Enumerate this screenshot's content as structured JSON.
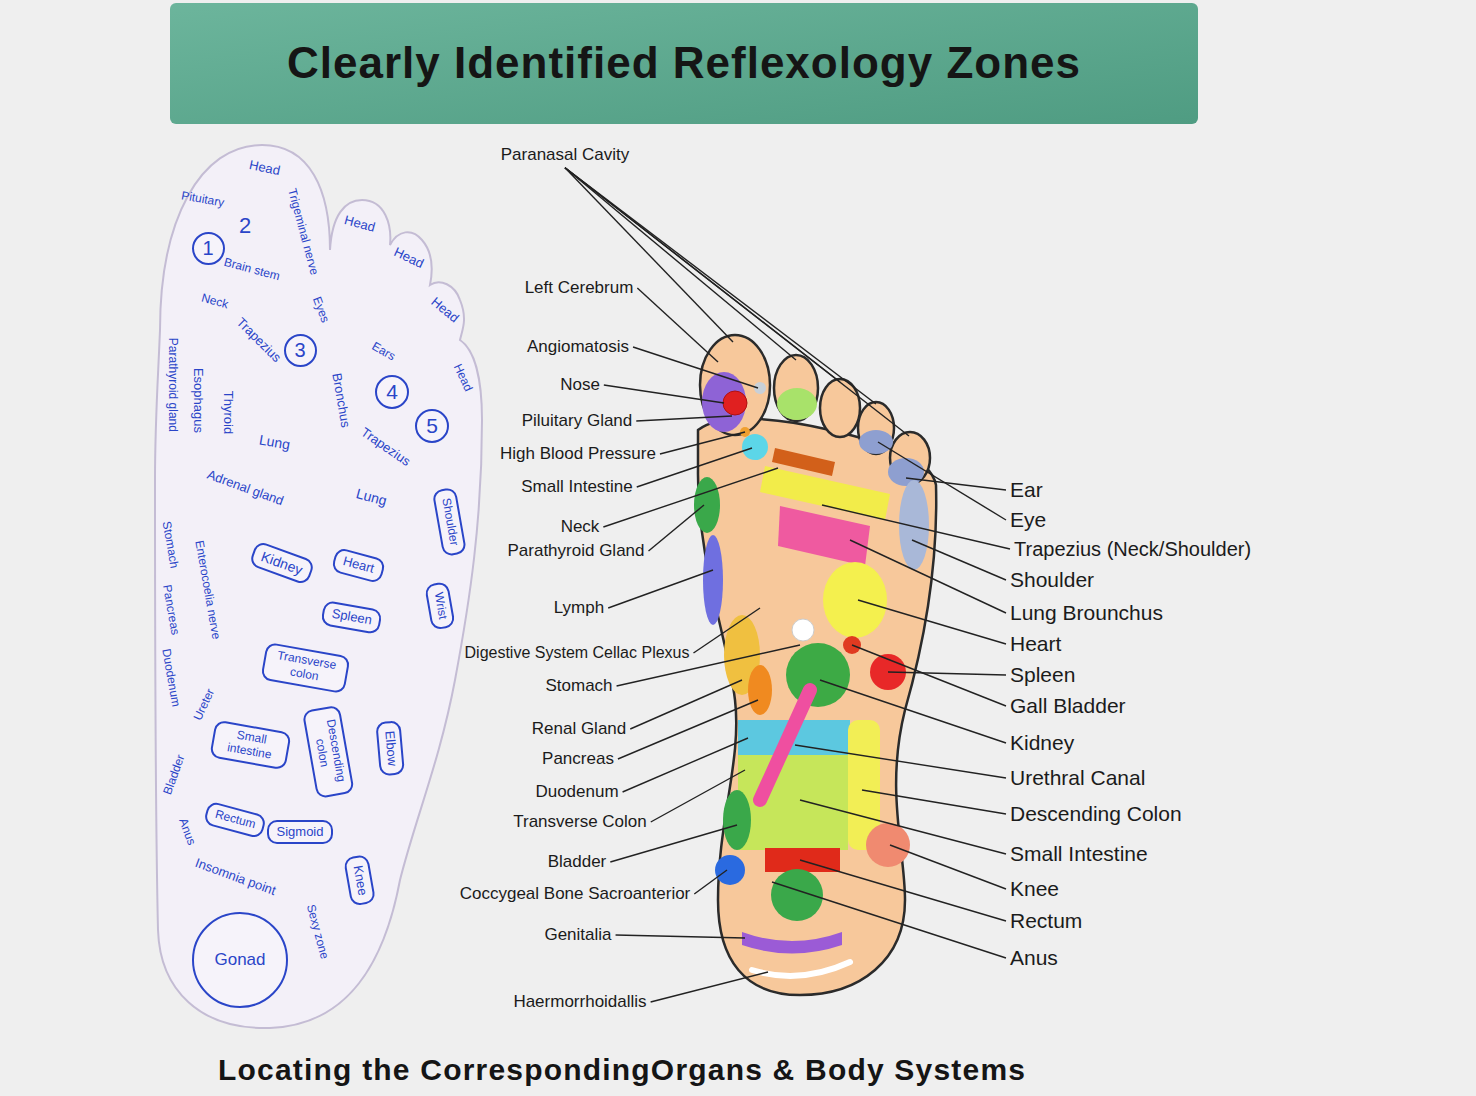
{
  "diagram": {
    "title": "Clearly Identified Reflexology Zones",
    "caption": "Locating the CorrespondingOrgans & Body Systems",
    "nodes": [
      {
        "text": [
          "1"
        ]
      },
      {
        "text": [
          "3"
        ]
      },
      {
        "text": [
          "4"
        ]
      },
      {
        "text": [
          "5"
        ]
      },
      {
        "text": [
          "Shoulder"
        ]
      },
      {
        "text": [
          "Kidney"
        ]
      },
      {
        "text": [
          "Heart"
        ]
      },
      {
        "text": [
          "Wrist"
        ]
      },
      {
        "text": [
          "Spleen"
        ]
      },
      {
        "text": [
          "Transverse colon"
        ]
      },
      {
        "text": [
          "Small intestine"
        ]
      },
      {
        "text": [
          "Descending colon"
        ]
      },
      {
        "text": [
          "Elbow"
        ]
      },
      {
        "text": [
          "Rectum"
        ]
      },
      {
        "text": [
          "Sigmoid"
        ]
      },
      {
        "text": [
          "Knee"
        ]
      },
      {
        "text": [
          "Gonad"
        ]
      }
    ],
    "labels": [
      "Head",
      "Pituitary",
      "2",
      "Trigeminal nerve",
      "Brain stem",
      "Neck",
      "Parathyroid gland",
      "Esophagus",
      "Thyroid",
      "Head",
      "Head",
      "Head",
      "Head",
      "Eyes",
      "Ears",
      "Trapezius",
      "Bronchus",
      "Trapezius",
      "Lung",
      "Lung",
      "Adrenal gland",
      "Stomach",
      "Pancreas",
      "Duodenum",
      "Enterocoelia nerve",
      "Ureter",
      "Bladder",
      "Anus",
      "Insomnia point",
      "Sexy zone",
      "Paranasal Cavity",
      "Left Cerebrum",
      "Angiomatosis",
      "Nose",
      "Piluitary Gland",
      "High Blood Pressure",
      "Small Intestine",
      "Neck",
      "Parathyroid Gland",
      "Lymph",
      "Digestive System Cellac Plexus",
      "Stomach",
      "Renal Gland",
      "Pancreas",
      "Duodenum",
      "Transverse Colon",
      "Bladder",
      "Coccygeal Bone Sacroanterior",
      "Genitalia",
      "Haermorrhoidallis",
      "Ear",
      "Eye",
      "Trapezius (Neck/Shoulder)",
      "Shoulder",
      "Lung Brounchus",
      "Heart",
      "Spleen",
      "Gall Bladder",
      "Kidney",
      "Urethral Canal",
      "Descending Colon",
      "Small Intestine",
      "Knee",
      "Rectum",
      "Anus"
    ]
  }
}
